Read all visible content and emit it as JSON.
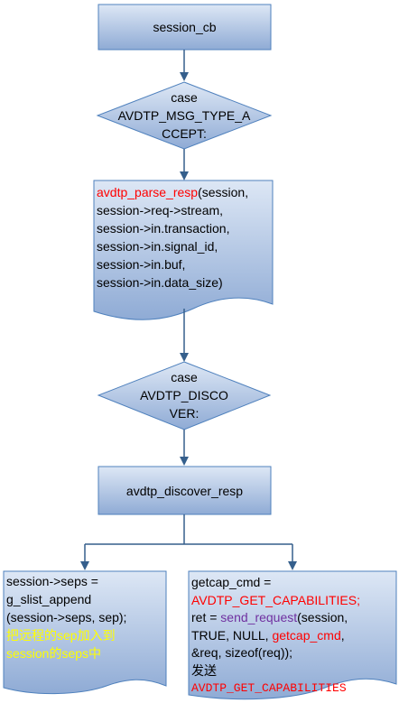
{
  "nodes": {
    "session_cb": "session_cb",
    "case_accept": {
      "line1": "case",
      "line2": "AVDTP_MSG_TYPE_A",
      "line3": "CCEPT:"
    },
    "parse_resp": {
      "func": "avdtp_parse_resp",
      "l1_rest": "(session,",
      "l2": "session->req->stream,",
      "l3": "session->in.transaction,",
      "l4": "session->in.signal_id,",
      "l5": "session->in.buf,",
      "l6": "session->in.data_size)"
    },
    "case_discover": {
      "line1": "case",
      "line2": "AVDTP_DISCO",
      "line3": "VER:"
    },
    "discover_resp": "avdtp_discover_resp",
    "seps_append": {
      "l1": "session->seps =",
      "l2": "g_slist_append",
      "l3": "(session->seps, sep);",
      "l4": "把远程的sep加入到",
      "l5": "session的seps中"
    },
    "getcap": {
      "l1": "getcap_cmd =",
      "l2": "AVDTP_GET_CAPABILITIES;",
      "l3a": "ret = ",
      "l3b": "send_request",
      "l3c": "(session,",
      "l4a": "TRUE, NULL, ",
      "l4b": "getcap_cmd",
      "l4c": ",",
      "l5": "&req, sizeof(req));",
      "l6": "发送",
      "l7": "AVDTP_GET_CAPABILITIES"
    }
  },
  "colors": {
    "fill_top": "#dbe6f4",
    "fill_bottom": "#93aed6",
    "stroke": "#4f81bd",
    "arrow": "#355f8c",
    "highlight_red": "#ff0000",
    "highlight_purple": "#7030a0",
    "highlight_yellow": "#ffff00"
  }
}
